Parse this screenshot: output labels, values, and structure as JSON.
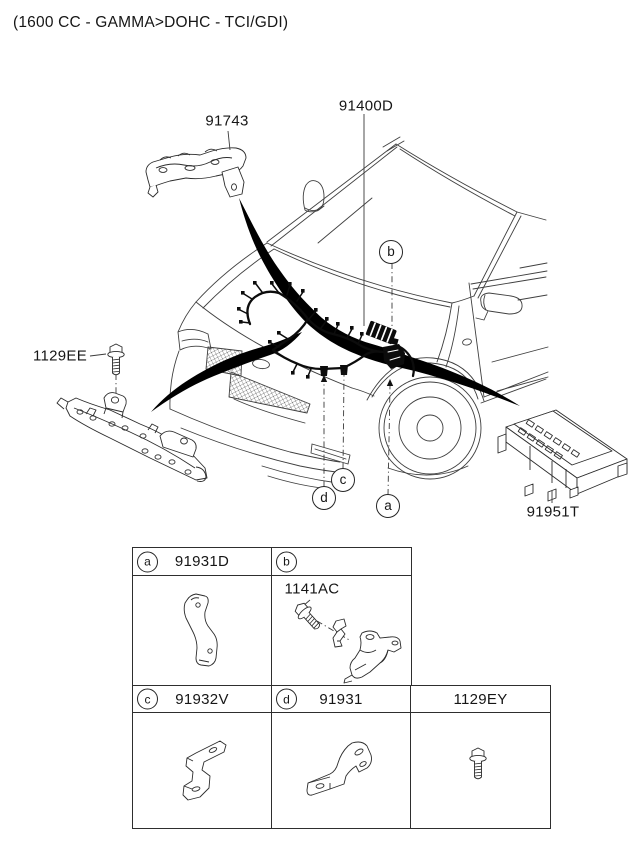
{
  "title": "(1600 CC - GAMMA>DOHC - TCI/GDI)",
  "diagram": {
    "labels": {
      "protector": "91743",
      "control_wiring": "91400D",
      "bolt_front": "1129EE",
      "junction_box": "91951T"
    },
    "callouts": {
      "a": "a",
      "b": "b",
      "c": "c",
      "d": "d"
    }
  },
  "table": {
    "cells": [
      {
        "callout": "a",
        "part": "91931D",
        "sub_label": ""
      },
      {
        "callout": "b",
        "part": "",
        "sub_label": "1141AC"
      },
      {
        "callout": "c",
        "part": "91932V",
        "sub_label": ""
      },
      {
        "callout": "d",
        "part": "91931",
        "sub_label": ""
      },
      {
        "callout": "",
        "part": "1129EY",
        "sub_label": ""
      }
    ]
  },
  "colors": {
    "line": "#3f3f3f",
    "ink": "#0c0c0c",
    "background": "#ffffff"
  }
}
